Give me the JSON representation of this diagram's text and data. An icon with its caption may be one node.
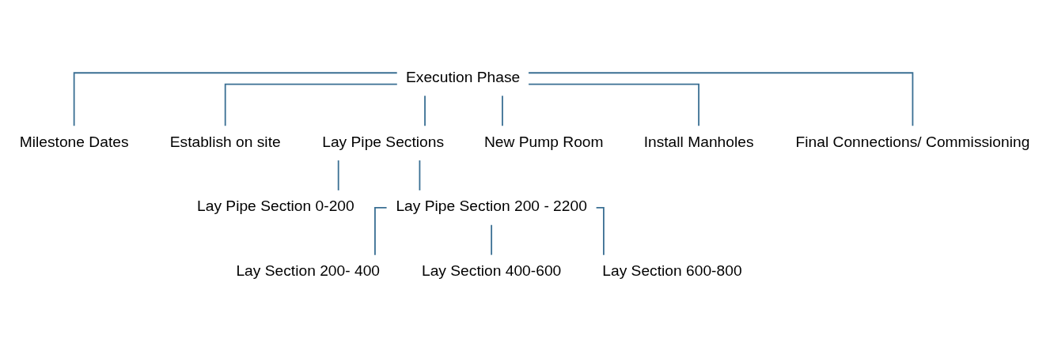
{
  "diagram": {
    "nodes": [
      {
        "text": [
          "Execution Phase"
        ]
      },
      {
        "text": [
          "Milestone Dates"
        ]
      },
      {
        "text": [
          "Establish on site"
        ]
      },
      {
        "text": [
          "Lay Pipe Sections"
        ]
      },
      {
        "text": [
          "New Pump Room"
        ]
      },
      {
        "text": [
          "Install Manholes"
        ]
      },
      {
        "text": [
          "Final Connections/ Commissioning"
        ]
      },
      {
        "text": [
          "Lay Pipe Section 0-200"
        ]
      },
      {
        "text": [
          "Lay Pipe Section 200 - 2200"
        ]
      },
      {
        "text": [
          "Lay Section 200- 400"
        ]
      },
      {
        "text": [
          "Lay Section 400-600"
        ]
      },
      {
        "text": [
          "Lay Section 600-800"
        ]
      }
    ],
    "edges": [
      {
        "from": 0,
        "to": 1,
        "arrow": "none"
      },
      {
        "from": 0,
        "to": 2,
        "arrow": "none"
      },
      {
        "from": 0,
        "to": 3,
        "arrow": "none"
      },
      {
        "from": 0,
        "to": 4,
        "arrow": "none"
      },
      {
        "from": 0,
        "to": 5,
        "arrow": "none"
      },
      {
        "from": 0,
        "to": 6,
        "arrow": "none"
      },
      {
        "from": 3,
        "to": 7,
        "arrow": "none"
      },
      {
        "from": 3,
        "to": 8,
        "arrow": "none"
      },
      {
        "from": 8,
        "to": 9,
        "arrow": "none"
      },
      {
        "from": 8,
        "to": 10,
        "arrow": "none"
      },
      {
        "from": 8,
        "to": 11,
        "arrow": "none"
      }
    ]
  }
}
